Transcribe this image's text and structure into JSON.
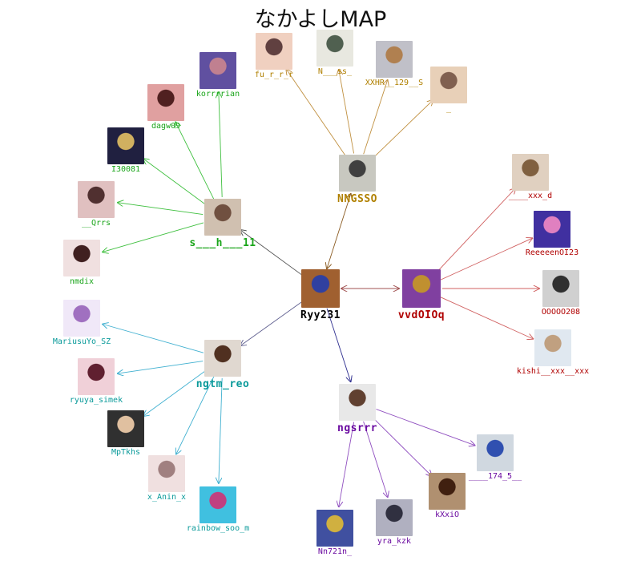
{
  "title": "なかよしMAP",
  "colors": {
    "center": "#000000",
    "NNGSSO": "#b08000",
    "s___h___11": "#1aa51a",
    "vvdOIOq": "#b00000",
    "ngtm_reo": "#0a9a9a",
    "ngsrrr": "#6a0aa0"
  },
  "nodes": [
    {
      "id": "Ryy231",
      "label": "Ryy231",
      "color": "#000000",
      "avatar": [
        "#a06030",
        "#3040a0"
      ]
    },
    {
      "id": "NNGSSO",
      "label": "NNGSSO",
      "color": "#b08000",
      "avatar": [
        "#c8c8c0",
        "#404040"
      ]
    },
    {
      "id": "s___h___11",
      "label": "s___h___11",
      "color": "#1aa51a",
      "avatar": [
        "#d0c0b0",
        "#705040"
      ]
    },
    {
      "id": "vvdOIOq",
      "label": "vvdOIOq",
      "color": "#b00000",
      "avatar": [
        "#8040a0",
        "#c09030"
      ]
    },
    {
      "id": "ngtm_reo",
      "label": "ngtm_reo",
      "color": "#0a9a9a",
      "avatar": [
        "#e0d8d0",
        "#503020"
      ]
    },
    {
      "id": "ngsrrr",
      "label": "ngsrrr",
      "color": "#6a0aa0",
      "avatar": [
        "#e8e8e8",
        "#604030"
      ]
    },
    {
      "id": "fu_r_r_r",
      "label": "fu_r_r_r",
      "color": "#b08000",
      "avatar": [
        "#f0d0c0",
        "#604040"
      ]
    },
    {
      "id": "N___ss_",
      "label": "N___ss_",
      "color": "#b08000",
      "avatar": [
        "#e8e8e0",
        "#506050"
      ]
    },
    {
      "id": "XXHR__129__S",
      "label": "XXHR__129__S",
      "color": "#b08000",
      "avatar": [
        "#c0c0c8",
        "#b08050"
      ]
    },
    {
      "id": "dash",
      "label": "_",
      "color": "#b08000",
      "avatar": [
        "#e8d0b8",
        "#806050"
      ]
    },
    {
      "id": "korrrrian",
      "label": "korrrrian",
      "color": "#1aa51a",
      "avatar": [
        "#6050a0",
        "#c08090"
      ]
    },
    {
      "id": "dagw09",
      "label": "dagw09",
      "color": "#1aa51a",
      "avatar": [
        "#e0a0a0",
        "#502020"
      ]
    },
    {
      "id": "I30081",
      "label": "I30081",
      "color": "#1aa51a",
      "avatar": [
        "#202040",
        "#d0b060"
      ]
    },
    {
      "id": "__Qrrs",
      "label": "__Qrrs",
      "color": "#1aa51a",
      "avatar": [
        "#e0c0c0",
        "#503030"
      ]
    },
    {
      "id": "nmdix",
      "label": "nmdix",
      "color": "#1aa51a",
      "avatar": [
        "#f0e0e0",
        "#402020"
      ]
    },
    {
      "id": "____xxx_d",
      "label": "____xxx_d",
      "color": "#b00000",
      "avatar": [
        "#e0d0c0",
        "#806040"
      ]
    },
    {
      "id": "ReeeeenOI23",
      "label": "ReeeeenOI23",
      "color": "#b00000",
      "avatar": [
        "#4030a0",
        "#e080c0"
      ]
    },
    {
      "id": "OOOOO208",
      "label": "OOOOO208",
      "color": "#b00000",
      "avatar": [
        "#d0d0d0",
        "#303030"
      ]
    },
    {
      "id": "kishi__xxx__xxx",
      "label": "kishi__xxx__xxx",
      "color": "#b00000",
      "avatar": [
        "#e0e8f0",
        "#c0a080"
      ]
    },
    {
      "id": "MariusuYo_SZ",
      "label": "MariusuYo_SZ",
      "color": "#0a9a9a",
      "avatar": [
        "#f0e8f8",
        "#a070c0"
      ]
    },
    {
      "id": "ryuya_simek",
      "label": "ryuya_simek",
      "color": "#0a9a9a",
      "avatar": [
        "#f0d0d8",
        "#602030"
      ]
    },
    {
      "id": "MpTkhs",
      "label": "MpTkhs",
      "color": "#0a9a9a",
      "avatar": [
        "#303030",
        "#e0c0a0"
      ]
    },
    {
      "id": "x_Anin_x",
      "label": "x_Anin_x",
      "color": "#0a9a9a",
      "avatar": [
        "#f0e0e0",
        "#a08080"
      ]
    },
    {
      "id": "rainbow_soo_m",
      "label": "rainbow_soo_m",
      "color": "#0a9a9a",
      "avatar": [
        "#40c0e0",
        "#c04080"
      ]
    },
    {
      "id": "____174_5__",
      "label": "____174_5__",
      "color": "#6a0aa0",
      "avatar": [
        "#d0d8e0",
        "#3050b0"
      ]
    },
    {
      "id": "kXxiO",
      "label": "kXxiO",
      "color": "#6a0aa0",
      "avatar": [
        "#b09070",
        "#402010"
      ]
    },
    {
      "id": "yra_kzk",
      "label": "yra_kzk",
      "color": "#6a0aa0",
      "avatar": [
        "#b0b0c0",
        "#303040"
      ]
    },
    {
      "id": "Nn721n_",
      "label": "Nn721n_",
      "color": "#6a0aa0",
      "avatar": [
        "#4050a0",
        "#d0b040"
      ]
    }
  ],
  "edges": [
    {
      "from": "Ryy231",
      "to": "NNGSSO",
      "color": "#8a5a20",
      "bidirectional": true
    },
    {
      "from": "Ryy231",
      "to": "s___h___11",
      "color": "#505050",
      "bidirectional": false
    },
    {
      "from": "Ryy231",
      "to": "vvdOIOq",
      "color": "#a05050",
      "bidirectional": true
    },
    {
      "from": "Ryy231",
      "to": "ngtm_reo",
      "color": "#606090",
      "bidirectional": false
    },
    {
      "from": "Ryy231",
      "to": "ngsrrr",
      "color": "#303090",
      "bidirectional": false
    },
    {
      "from": "NNGSSO",
      "to": "fu_r_r_r",
      "color": "#c09040",
      "bidirectional": false
    },
    {
      "from": "NNGSSO",
      "to": "N___ss_",
      "color": "#c09040",
      "bidirectional": false
    },
    {
      "from": "NNGSSO",
      "to": "XXHR__129__S",
      "color": "#c09040",
      "bidirectional": false
    },
    {
      "from": "NNGSSO",
      "to": "dash",
      "color": "#c09040",
      "bidirectional": false
    },
    {
      "from": "s___h___11",
      "to": "korrrrian",
      "color": "#40c040",
      "bidirectional": false
    },
    {
      "from": "s___h___11",
      "to": "dagw09",
      "color": "#40c040",
      "bidirectional": false
    },
    {
      "from": "s___h___11",
      "to": "I30081",
      "color": "#40c040",
      "bidirectional": false
    },
    {
      "from": "s___h___11",
      "to": "__Qrrs",
      "color": "#40c040",
      "bidirectional": false
    },
    {
      "from": "s___h___11",
      "to": "nmdix",
      "color": "#40c040",
      "bidirectional": false
    },
    {
      "from": "vvdOIOq",
      "to": "____xxx_d",
      "color": "#d06060",
      "bidirectional": false
    },
    {
      "from": "vvdOIOq",
      "to": "ReeeeenOI23",
      "color": "#d06060",
      "bidirectional": false
    },
    {
      "from": "vvdOIOq",
      "to": "OOOOO208",
      "color": "#d06060",
      "bidirectional": false
    },
    {
      "from": "vvdOIOq",
      "to": "kishi__xxx__xxx",
      "color": "#d06060",
      "bidirectional": false
    },
    {
      "from": "ngtm_reo",
      "to": "MariusuYo_SZ",
      "color": "#40b0d0",
      "bidirectional": false
    },
    {
      "from": "ngtm_reo",
      "to": "ryuya_simek",
      "color": "#40b0d0",
      "bidirectional": false
    },
    {
      "from": "ngtm_reo",
      "to": "MpTkhs",
      "color": "#40b0d0",
      "bidirectional": false
    },
    {
      "from": "ngtm_reo",
      "to": "x_Anin_x",
      "color": "#40b0d0",
      "bidirectional": false
    },
    {
      "from": "ngtm_reo",
      "to": "rainbow_soo_m",
      "color": "#40b0d0",
      "bidirectional": false
    },
    {
      "from": "ngsrrr",
      "to": "____174_5__",
      "color": "#9050c0",
      "bidirectional": false
    },
    {
      "from": "ngsrrr",
      "to": "kXxiO",
      "color": "#9050c0",
      "bidirectional": false
    },
    {
      "from": "ngsrrr",
      "to": "yra_kzk",
      "color": "#9050c0",
      "bidirectional": false
    },
    {
      "from": "ngsrrr",
      "to": "Nn721n_",
      "color": "#9050c0",
      "bidirectional": false
    }
  ]
}
